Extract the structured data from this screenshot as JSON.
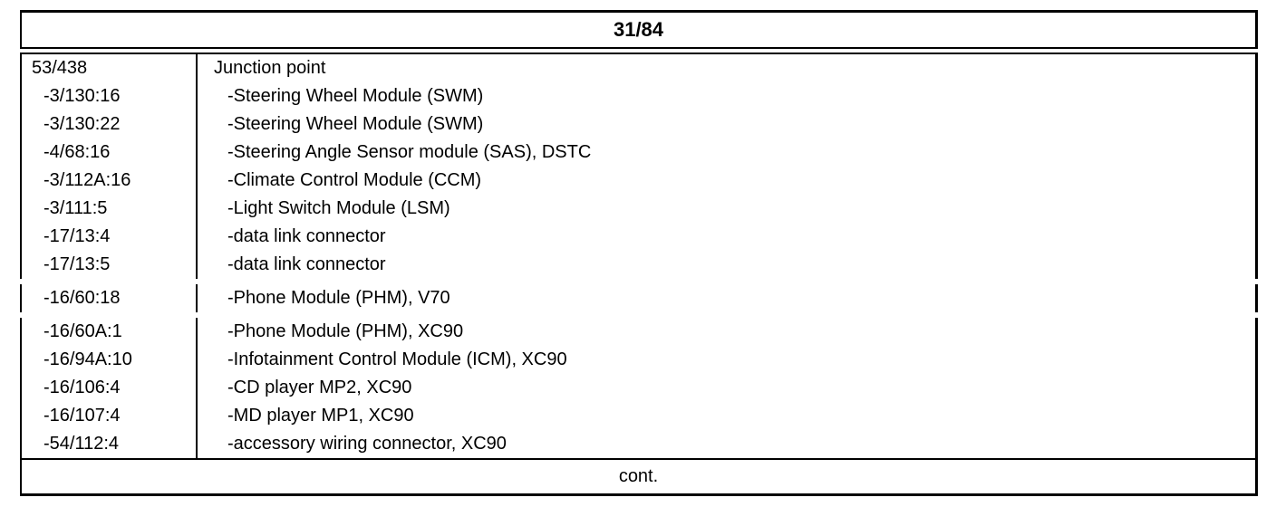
{
  "header": {
    "title": "31/84"
  },
  "footer": {
    "label": "cont."
  },
  "colors": {
    "border": "#000000",
    "background": "#ffffff",
    "text": "#000000"
  },
  "table": {
    "groups": [
      {
        "rows": [
          {
            "code": "53/438",
            "desc": "Junction point",
            "indent": false
          },
          {
            "code": "-3/130:16",
            "desc": "-Steering Wheel Module (SWM)",
            "indent": true
          },
          {
            "code": "-3/130:22",
            "desc": "-Steering Wheel Module (SWM)",
            "indent": true
          },
          {
            "code": "-4/68:16",
            "desc": "-Steering Angle Sensor module (SAS), DSTC",
            "indent": true
          },
          {
            "code": "-3/112A:16",
            "desc": "-Climate Control Module (CCM)",
            "indent": true
          },
          {
            "code": "-3/111:5",
            "desc": "-Light Switch Module (LSM)",
            "indent": true
          },
          {
            "code": "-17/13:4",
            "desc": "-data link connector",
            "indent": true
          },
          {
            "code": "-17/13:5",
            "desc": "-data link connector",
            "indent": true
          }
        ]
      },
      {
        "rows": [
          {
            "code": "-16/60:18",
            "desc": "-Phone Module (PHM), V70",
            "indent": true
          }
        ]
      },
      {
        "rows": [
          {
            "code": "-16/60A:1",
            "desc": "-Phone Module (PHM), XC90",
            "indent": true
          },
          {
            "code": "-16/94A:10",
            "desc": "-Infotainment Control Module (ICM), XC90",
            "indent": true
          },
          {
            "code": "-16/106:4",
            "desc": "-CD player MP2, XC90",
            "indent": true
          },
          {
            "code": "-16/107:4",
            "desc": "-MD player MP1, XC90",
            "indent": true
          },
          {
            "code": "-54/112:4",
            "desc": "-accessory wiring connector, XC90",
            "indent": true
          }
        ]
      }
    ]
  }
}
